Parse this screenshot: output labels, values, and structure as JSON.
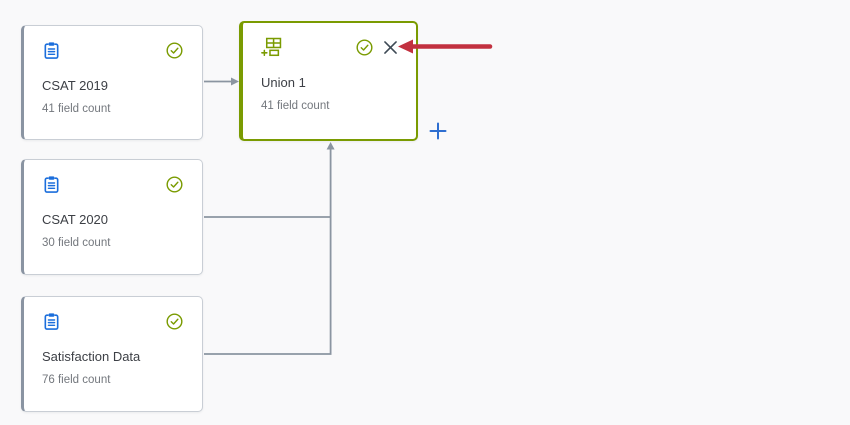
{
  "nodes": [
    {
      "title": "CSAT 2019",
      "subtitle": "41 field count",
      "type": "source-dataset",
      "status": "valid"
    },
    {
      "title": "CSAT 2020",
      "subtitle": "30 field count",
      "type": "source-dataset",
      "status": "valid"
    },
    {
      "title": "Satisfaction Data",
      "subtitle": "76 field count",
      "type": "source-dataset",
      "status": "valid"
    },
    {
      "title": "Union 1",
      "subtitle": "41 field count",
      "type": "union-step",
      "status": "valid",
      "selected": true
    }
  ],
  "icons": {
    "source": "clipboard-icon",
    "union": "union-table-icon",
    "status": "check-circle-icon",
    "remove": "close-icon",
    "add": "plus-icon",
    "annotation": "red-arrow-icon"
  },
  "colors": {
    "canvas_bg": "#f9f9fa",
    "source_icon_blue": "#1b6edc",
    "status_green": "#7a9b01",
    "union_border_green": "#7a9b01",
    "connector_gray": "#8b95a1",
    "card_accent_gray": "#8a94a2",
    "close_icon_gray": "#3e4a55",
    "add_plus_blue": "#2e6ed0",
    "annotation_red": "#c2313f"
  }
}
